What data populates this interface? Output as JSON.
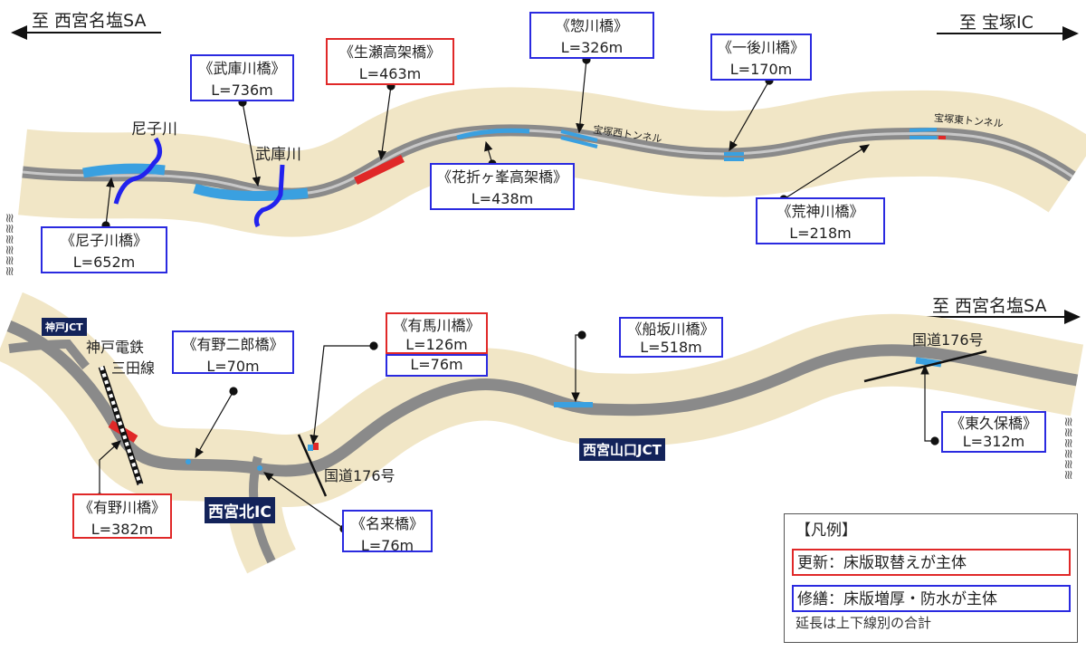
{
  "top": {
    "left_direction": "至 西宮名塩SA",
    "right_direction": "至 宝塚IC",
    "rivers": [
      "尼子川",
      "武庫川"
    ],
    "tunnels": [
      "宝塚西トンネル",
      "宝塚東トンネル"
    ],
    "bridges": [
      {
        "name": "《尼子川橋》",
        "length": "L=652m",
        "type": "修繕"
      },
      {
        "name": "《武庫川橋》",
        "length": "L=736m",
        "type": "修繕"
      },
      {
        "name": "《生瀬高架橋》",
        "length": "L=463m",
        "type": "更新"
      },
      {
        "name": "《花折ヶ峯高架橋》",
        "length": "L=438m",
        "type": "修繕"
      },
      {
        "name": "《惣川橋》",
        "length": "L=326m",
        "type": "修繕"
      },
      {
        "name": "《一後川橋》",
        "length": "L=170m",
        "type": "修繕"
      },
      {
        "name": "《荒神川橋》",
        "length": "L=218m",
        "type": "修繕"
      }
    ]
  },
  "bottom": {
    "right_direction": "至 西宮名塩SA",
    "kobe_jct": "神戸JCT",
    "railway": [
      "神戸電鉄",
      "三田線"
    ],
    "route176_a": "国道176号",
    "route176_b": "国道176号",
    "nishinomiya_kita_ic": "西宮北IC",
    "nishinomiya_yamaguchi_jct": "西宮山口JCT",
    "bridges": [
      {
        "name": "《有野川橋》",
        "length": "L=382m",
        "type": "更新"
      },
      {
        "name": "《有野二郎橋》",
        "length": "L=70m",
        "type": "修繕"
      },
      {
        "name": "《名来橋》",
        "length": "L=76m",
        "type": "修繕"
      },
      {
        "name": "《有馬川橋》",
        "length": "L=126m",
        "length2": "L=76m",
        "type": "更新/修繕"
      },
      {
        "name": "《船坂川橋》",
        "length": "L=518m",
        "type": "修繕"
      },
      {
        "name": "《東久保橋》",
        "length": "L=312m",
        "type": "修繕"
      }
    ]
  },
  "legend": {
    "title": "【凡例】",
    "renewal": "更新：床版取替えが主体",
    "repair": "修繕：床版増厚・防水が主体",
    "note": "延長は上下線別の合計"
  },
  "colors": {
    "renewal": "#e02828",
    "repair": "#2a2ae0",
    "bridge_fill": "#3aa0e0",
    "terrain": "#f1e6c6",
    "road": "#8a8a8a"
  }
}
